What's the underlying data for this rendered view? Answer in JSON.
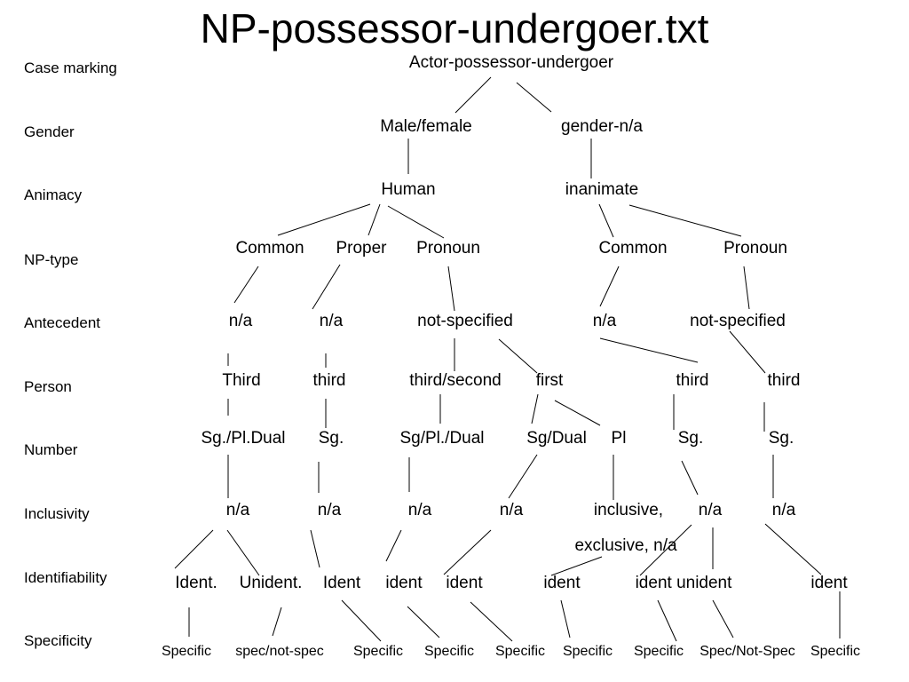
{
  "title": "NP-possessor-undergoer.txt",
  "row_labels": [
    "Case marking",
    "Gender",
    "Animacy",
    "NP-type",
    "Antecedent",
    "Person",
    "Number",
    "Inclusivity",
    "Identifiability",
    "Specificity"
  ],
  "nodes": {
    "root": "Actor-possessor-undergoer",
    "g_mf": "Male/female",
    "g_na": "gender-n/a",
    "a_human": "Human",
    "a_inanimate": "inanimate",
    "np_common_h": "Common",
    "np_proper": "Proper",
    "np_pronoun_h": "Pronoun",
    "np_common_i": "Common",
    "np_pronoun_i": "Pronoun",
    "ant1": "n/a",
    "ant2": "n/a",
    "ant3": "not-specified",
    "ant4": "n/a",
    "ant5": "not-specified",
    "p_third1": "Third",
    "p_third2": "third",
    "p_thirdsecond": "third/second",
    "p_first": "first",
    "p_third3": "third",
    "p_third4": "third",
    "n1": "Sg./Pl.Dual",
    "n2": "Sg.",
    "n3": "Sg/Pl./Dual",
    "n4": "Sg/Dual",
    "n5": "Pl",
    "n6": "Sg.",
    "n7": "Sg.",
    "inc1": "n/a",
    "inc2": "n/a",
    "inc3": "n/a",
    "inc4": "n/a",
    "inc5": "inclusive,",
    "inc6": "n/a",
    "inc7": "n/a",
    "inc_excl": "exclusive, n/a",
    "id1": "Ident.",
    "id2": "Unident.",
    "id3": "Ident",
    "id4": "ident",
    "id5": "ident",
    "id6": "ident",
    "id7": "ident unident",
    "id8": "ident",
    "s1": "Specific",
    "s2": "spec/not-spec",
    "s3": "Specific",
    "s4": "Specific",
    "s5": "Specific",
    "s6": "Specific",
    "s7": "Specific",
    "s8": "Spec/Not-Spec",
    "s9": "Specific"
  }
}
